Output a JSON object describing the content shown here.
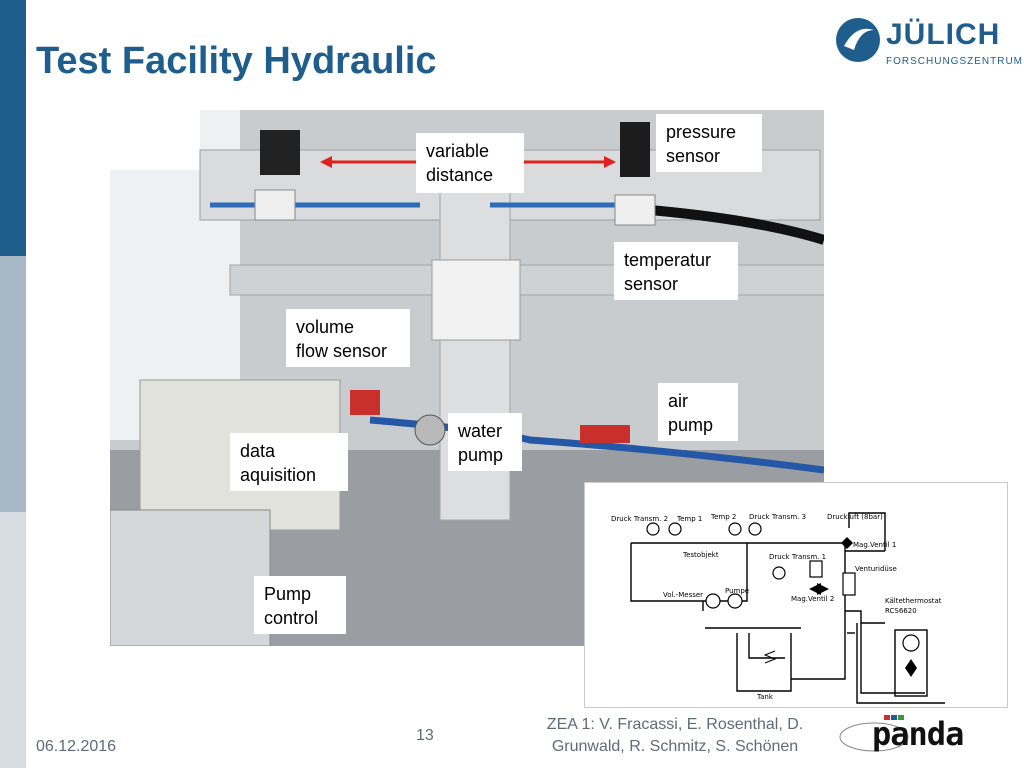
{
  "slide": {
    "title": "Test Facility Hydraulic",
    "date": "06.12.2016",
    "page_number": "13",
    "credits": "ZEA 1:  V. Fracassi, E. Rosenthal, D.\nGrunwald, R. Schmitz, S. Schönen"
  },
  "logo": {
    "line1": "JÜLICH",
    "line2": "FORSCHUNGSZENTRUM"
  },
  "panda_logo": {
    "text": "panda"
  },
  "callouts": {
    "variable_distance": "variable\ndistance",
    "pressure_sensor": "pressure\nsensor",
    "temperatur_sensor": "temperatur\nsensor",
    "volume_flow_sensor": "volume\nflow sensor",
    "water_pump": "water\npump",
    "air_pump": "air\npump",
    "data_aquisition": "data\naquisition",
    "pump_control": "Pump\ncontrol"
  },
  "schematic": {
    "druck_transm_2": "Druck Transm. 2",
    "temp_1": "Temp 1",
    "temp_2": "Temp 2",
    "druck_transm_3": "Druck Transm. 3",
    "druckluft": "Druckluft (8bar)",
    "testobjekt": "Testobjekt",
    "druck_transm_1": "Druck Transm. 1",
    "mag_ventil_1": "Mag.Ventil 1",
    "venturiduese": "Venturidüse",
    "pumpe": "Pumpe",
    "vol_messer": "Vol.-Messer",
    "mag_ventil_2": "Mag.Ventil 2",
    "kaeltethermostat": "Kältethermostat",
    "rcs6620": "RCS6620",
    "tank": "Tank"
  },
  "colors": {
    "brand_blue": "#1f5d8c",
    "arrow_red": "#e0201c"
  }
}
